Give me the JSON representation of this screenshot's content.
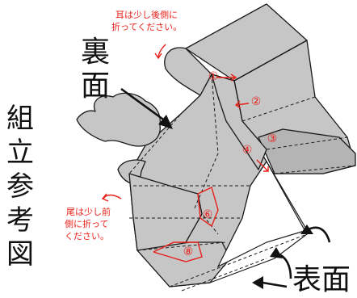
{
  "title_chars": [
    "組",
    "立",
    "参",
    "考",
    "図"
  ],
  "label_back_chars": [
    "裏",
    "面"
  ],
  "label_front": "表面",
  "ear_note": [
    "耳は少し後側に",
    "折ってください。"
  ],
  "tail_note": [
    "尾は少し前",
    "側に折って",
    "ください。"
  ],
  "step_numbers": [
    "①",
    "②",
    "③",
    "④",
    "⑥",
    "⑧"
  ],
  "colors": {
    "paper": "#c6c6c6",
    "annotation": "#e8201a",
    "line": "#1a1a1a"
  }
}
